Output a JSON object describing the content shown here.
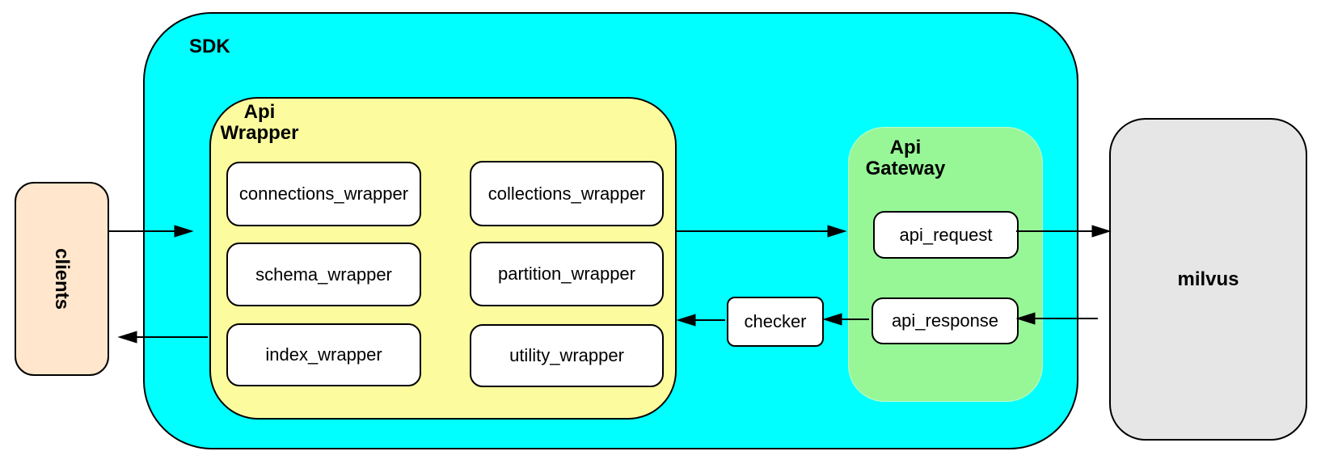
{
  "diagram": {
    "type": "architecture-flow",
    "nodes": {
      "clients": {
        "label": "clients"
      },
      "sdk": {
        "label": "SDK"
      },
      "api_wrapper": {
        "label": "Api\nWrapper",
        "modules": [
          {
            "id": "connections_wrapper",
            "label": "connections_wrapper"
          },
          {
            "id": "collections_wrapper",
            "label": "collections_wrapper"
          },
          {
            "id": "schema_wrapper",
            "label": "schema_wrapper"
          },
          {
            "id": "partition_wrapper",
            "label": "partition_wrapper"
          },
          {
            "id": "index_wrapper",
            "label": "index_wrapper"
          },
          {
            "id": "utility_wrapper",
            "label": "utility_wrapper"
          }
        ]
      },
      "checker": {
        "label": "checker"
      },
      "api_gateway": {
        "label": "Api\nGateway",
        "modules": [
          {
            "id": "api_request",
            "label": "api_request"
          },
          {
            "id": "api_response",
            "label": "api_response"
          }
        ]
      },
      "milvus": {
        "label": "milvus"
      }
    },
    "edges": [
      {
        "from": "clients",
        "to": "api_wrapper",
        "direction": "right"
      },
      {
        "from": "api_wrapper",
        "to": "api_gateway",
        "direction": "right"
      },
      {
        "from": "api_request",
        "to": "milvus",
        "direction": "right"
      },
      {
        "from": "milvus",
        "to": "api_response",
        "direction": "left"
      },
      {
        "from": "api_response",
        "to": "checker",
        "direction": "left"
      },
      {
        "from": "checker",
        "to": "api_wrapper",
        "direction": "left"
      },
      {
        "from": "api_wrapper",
        "to": "clients",
        "direction": "left"
      }
    ],
    "colors": {
      "sdk_fill": "#00FFFF",
      "api_wrapper_fill": "#FCFC9E",
      "api_gateway_fill": "#97F797",
      "clients_fill": "#FFE6CC",
      "milvus_fill": "#E6E6E6",
      "module_fill": "#FFFFFF",
      "stroke": "#000000"
    }
  }
}
